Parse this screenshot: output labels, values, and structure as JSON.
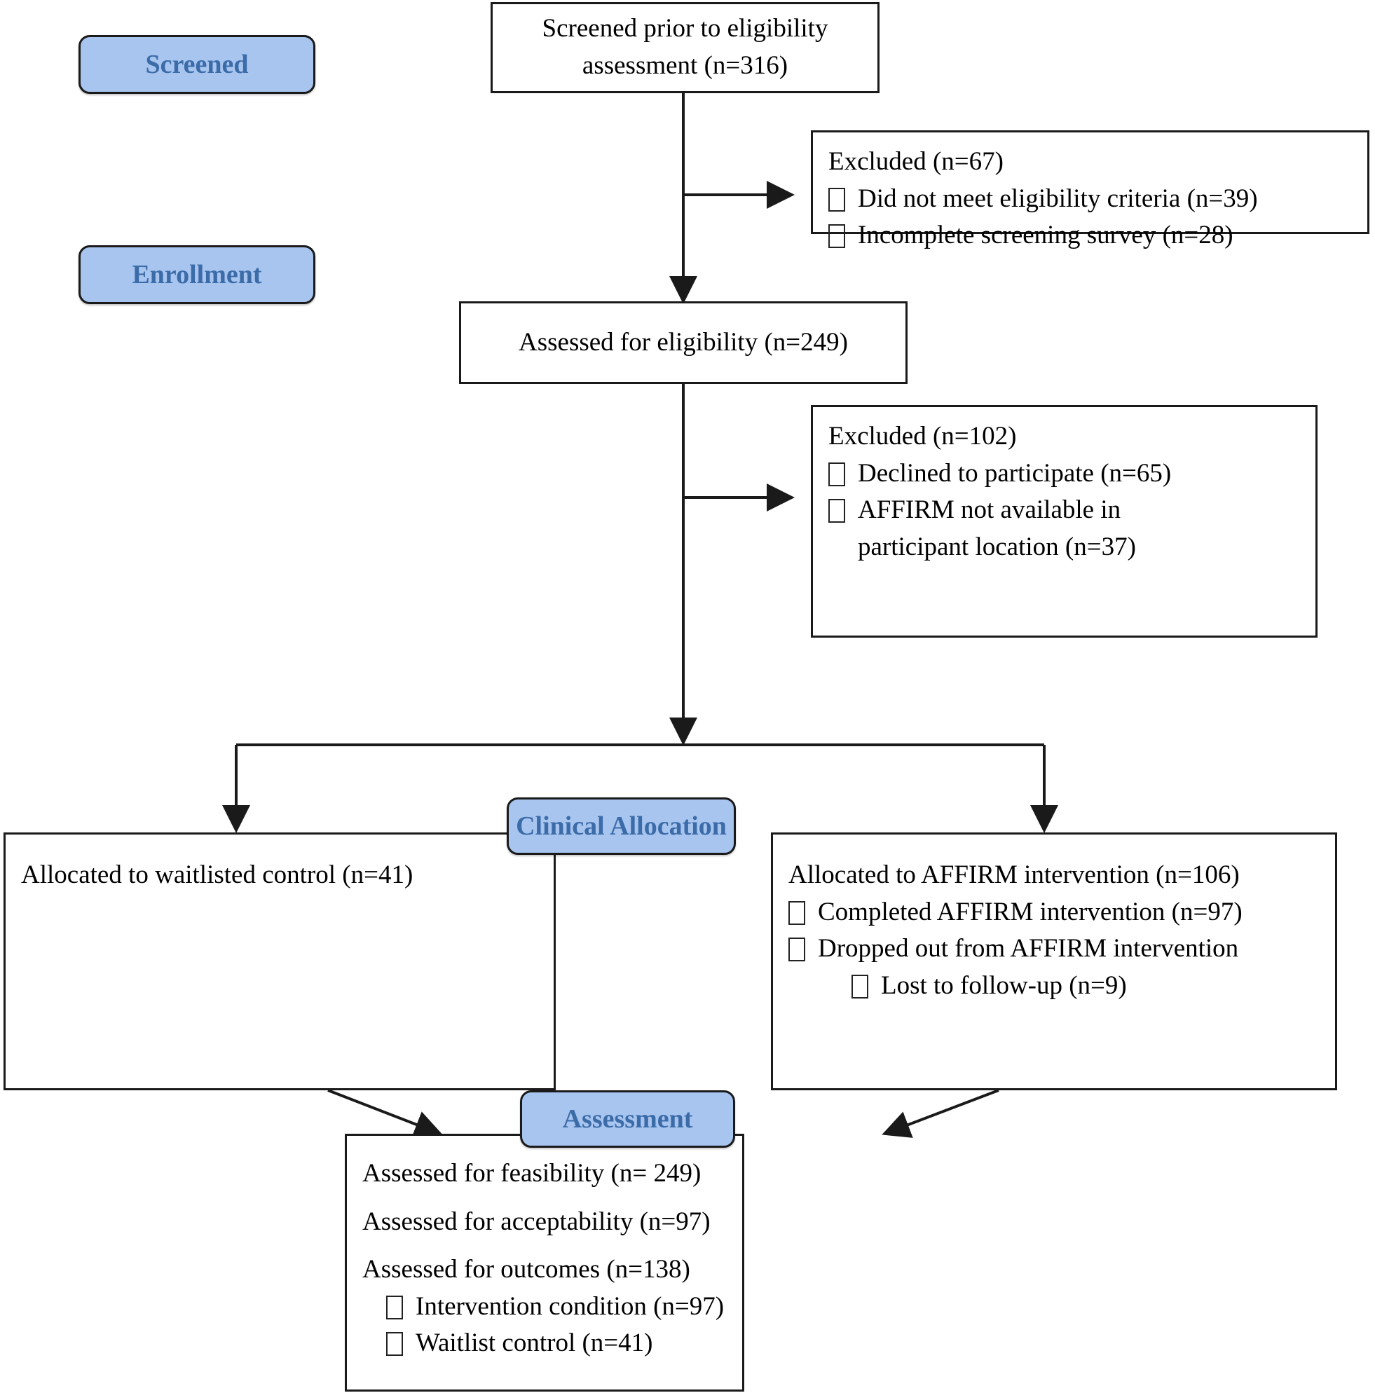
{
  "diagram": {
    "title": "CONSORT participant flow diagram",
    "accent_blue_fill": "#a8c5f0",
    "accent_blue_text": "#3c6ca8",
    "line_color": "#1a1a1a",
    "bullet_icon": "empty-square-bullet"
  },
  "stages": {
    "screened": "Screened",
    "enrollment": "Enrollment",
    "clinical_allocation": "Clinical Allocation",
    "assessment": "Assessment"
  },
  "screened_box": {
    "line1": "Screened prior to eligibility",
    "line2": "assessment (n=316)"
  },
  "excluded_1": {
    "heading": "Excluded (n=67)",
    "items": [
      "Did not meet eligibility criteria (n=39)",
      "Incomplete screening survey (n=28)"
    ]
  },
  "eligibility_box": {
    "line1": "Assessed for eligibility  (n=249)"
  },
  "excluded_2": {
    "heading": "Excluded (n=102)",
    "items": [
      "Declined to participate (n=65)",
      "AFFIRM not available in participant location (n=37)"
    ]
  },
  "allocation_left": {
    "heading": "Allocated to waitlisted control (n=41)"
  },
  "allocation_right": {
    "heading": "Allocated to AFFIRM intervention (n=106)",
    "items": [
      "Completed AFFIRM intervention (n=97)",
      "Dropped out from AFFIRM intervention"
    ],
    "subitems": [
      "Lost to follow-up (n=9)"
    ]
  },
  "assessment_box": {
    "lines": [
      "Assessed for feasibility (n= 249)",
      "Assessed for acceptability (n=97)",
      "Assessed for outcomes (n=138)"
    ],
    "subitems": [
      "Intervention condition (n=97)",
      "Waitlist control (n=41)"
    ]
  },
  "chart_data": {
    "type": "diagram",
    "title": "CONSORT flow diagram",
    "nodes": [
      {
        "id": "screened",
        "label": "Screened prior to eligibility assessment (n=316)",
        "n": 316
      },
      {
        "id": "excluded1",
        "label": "Excluded (n=67)",
        "n": 67
      },
      {
        "id": "excluded1a",
        "label": "Did not meet eligibility criteria (n=39)",
        "n": 39
      },
      {
        "id": "excluded1b",
        "label": "Incomplete screening survey (n=28)",
        "n": 28
      },
      {
        "id": "eligibility",
        "label": "Assessed for eligibility (n=249)",
        "n": 249
      },
      {
        "id": "excluded2",
        "label": "Excluded (n=102)",
        "n": 102
      },
      {
        "id": "excluded2a",
        "label": "Declined to participate (n=65)",
        "n": 65
      },
      {
        "id": "excluded2b",
        "label": "AFFIRM not available in participant location (n=37)",
        "n": 37
      },
      {
        "id": "alloc_control",
        "label": "Allocated to waitlisted control (n=41)",
        "n": 41
      },
      {
        "id": "alloc_intervention",
        "label": "Allocated to AFFIRM intervention (n=106)",
        "n": 106
      },
      {
        "id": "completed",
        "label": "Completed AFFIRM intervention (n=97)",
        "n": 97
      },
      {
        "id": "dropped",
        "label": "Dropped out from AFFIRM intervention",
        "n": null
      },
      {
        "id": "lost",
        "label": "Lost to follow-up (n=9)",
        "n": 9
      },
      {
        "id": "feasibility",
        "label": "Assessed for feasibility (n= 249)",
        "n": 249
      },
      {
        "id": "acceptability",
        "label": "Assessed for acceptability (n=97)",
        "n": 97
      },
      {
        "id": "outcomes",
        "label": "Assessed for outcomes (n=138)",
        "n": 138
      },
      {
        "id": "outcomes_int",
        "label": "Intervention condition (n=97)",
        "n": 97
      },
      {
        "id": "outcomes_wl",
        "label": "Waitlist control (n=41)",
        "n": 41
      }
    ],
    "edges": [
      {
        "from": "screened",
        "to": "excluded1"
      },
      {
        "from": "screened",
        "to": "eligibility"
      },
      {
        "from": "eligibility",
        "to": "excluded2"
      },
      {
        "from": "eligibility",
        "to": "alloc_control"
      },
      {
        "from": "eligibility",
        "to": "alloc_intervention"
      },
      {
        "from": "alloc_control",
        "to": "feasibility"
      },
      {
        "from": "alloc_intervention",
        "to": "feasibility"
      }
    ]
  }
}
